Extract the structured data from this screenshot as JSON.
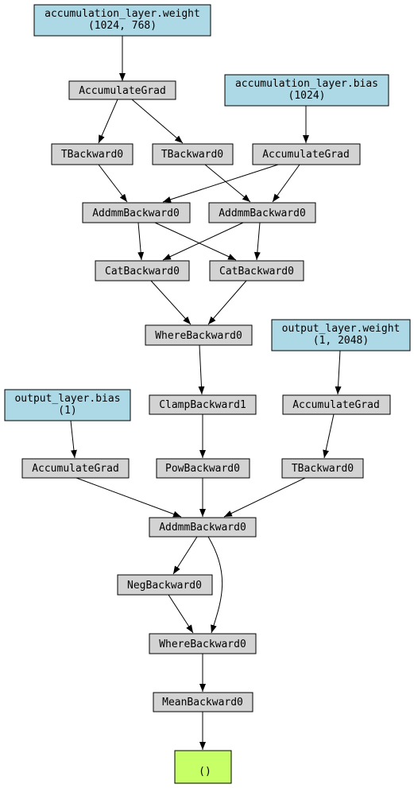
{
  "colors": {
    "op_fill": "#d3d3d3",
    "param_fill": "#add8e6",
    "output_fill": "#c6ff66",
    "stroke": "#000000"
  },
  "nodes": {
    "acc_weight": {
      "title": "accumulation_layer.weight",
      "shape": "(1024, 768)"
    },
    "acc_bias": {
      "title": "accumulation_layer.bias",
      "shape": "(1024)"
    },
    "accgrad_1": {
      "label": "AccumulateGrad"
    },
    "accgrad_2": {
      "label": "AccumulateGrad"
    },
    "tback_1": {
      "label": "TBackward0"
    },
    "tback_2": {
      "label": "TBackward0"
    },
    "addmm_1": {
      "label": "AddmmBackward0"
    },
    "addmm_2": {
      "label": "AddmmBackward0"
    },
    "cat_1": {
      "label": "CatBackward0"
    },
    "cat_2": {
      "label": "CatBackward0"
    },
    "where_1": {
      "label": "WhereBackward0"
    },
    "out_weight": {
      "title": "output_layer.weight",
      "shape": "(1, 2048)"
    },
    "out_bias": {
      "title": "output_layer.bias",
      "shape": "(1)"
    },
    "clamp": {
      "label": "ClampBackward1"
    },
    "accgrad_3": {
      "label": "AccumulateGrad"
    },
    "accgrad_4": {
      "label": "AccumulateGrad"
    },
    "pow": {
      "label": "PowBackward0"
    },
    "tback_3": {
      "label": "TBackward0"
    },
    "addmm_3": {
      "label": "AddmmBackward0"
    },
    "neg": {
      "label": "NegBackward0"
    },
    "where_2": {
      "label": "WhereBackward0"
    },
    "mean": {
      "label": "MeanBackward0"
    },
    "output": {
      "label": "()"
    }
  }
}
